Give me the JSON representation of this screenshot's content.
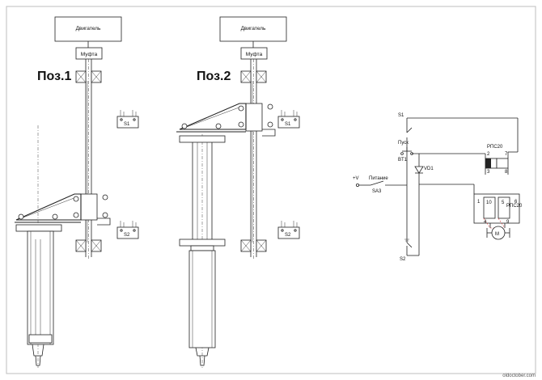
{
  "labels": {
    "motor": "Двигатель",
    "coupling": "Муфта",
    "pos1": "Поз.1",
    "pos2": "Поз.2",
    "s1": "S1",
    "s2": "S2",
    "start": "Пуск",
    "bt1": "BT1",
    "vd1": "VD1",
    "relay": "РПС20",
    "power": "Питание",
    "sa3": "SA3",
    "plus_v": "+V",
    "motor_symbol": "M",
    "pins": {
      "p1": "1",
      "p2": "2",
      "p3": "3",
      "p4": "4",
      "p5": "5",
      "p6": "6",
      "p7": "7",
      "p8": "8",
      "p9": "9",
      "p10": "10"
    }
  },
  "watermark": "oldoctober.com",
  "colors": {
    "lines": "#222222",
    "frame": "#bdbdbd",
    "accent": "#d23a3a"
  }
}
